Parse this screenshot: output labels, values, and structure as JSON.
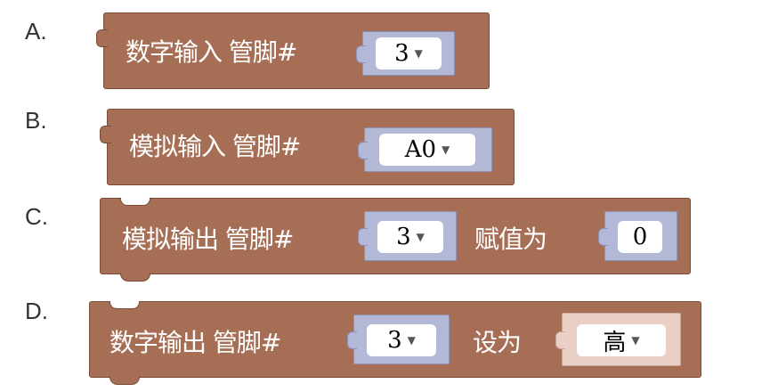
{
  "options": [
    {
      "letter": "A.",
      "block_label": "数字输入 管脚#",
      "pin_value": "3"
    },
    {
      "letter": "B.",
      "block_label": "模拟输入 管脚#",
      "pin_value": "A0"
    },
    {
      "letter": "C.",
      "block_label": "模拟输出 管脚#",
      "pin_value": "3",
      "assign_label": "赋值为",
      "assign_value": "0"
    },
    {
      "letter": "D.",
      "block_label": "数字输出 管脚#",
      "pin_value": "3",
      "assign_label": "设为",
      "assign_value": "高"
    }
  ],
  "icons": {
    "dropdown": "dropdown-caret-icon"
  },
  "colors": {
    "block_fill": "#a66f55",
    "socket_fill": "#b3b8d6",
    "socket_rose_fill": "#e9cfc6",
    "label_text": "#ffffff"
  }
}
